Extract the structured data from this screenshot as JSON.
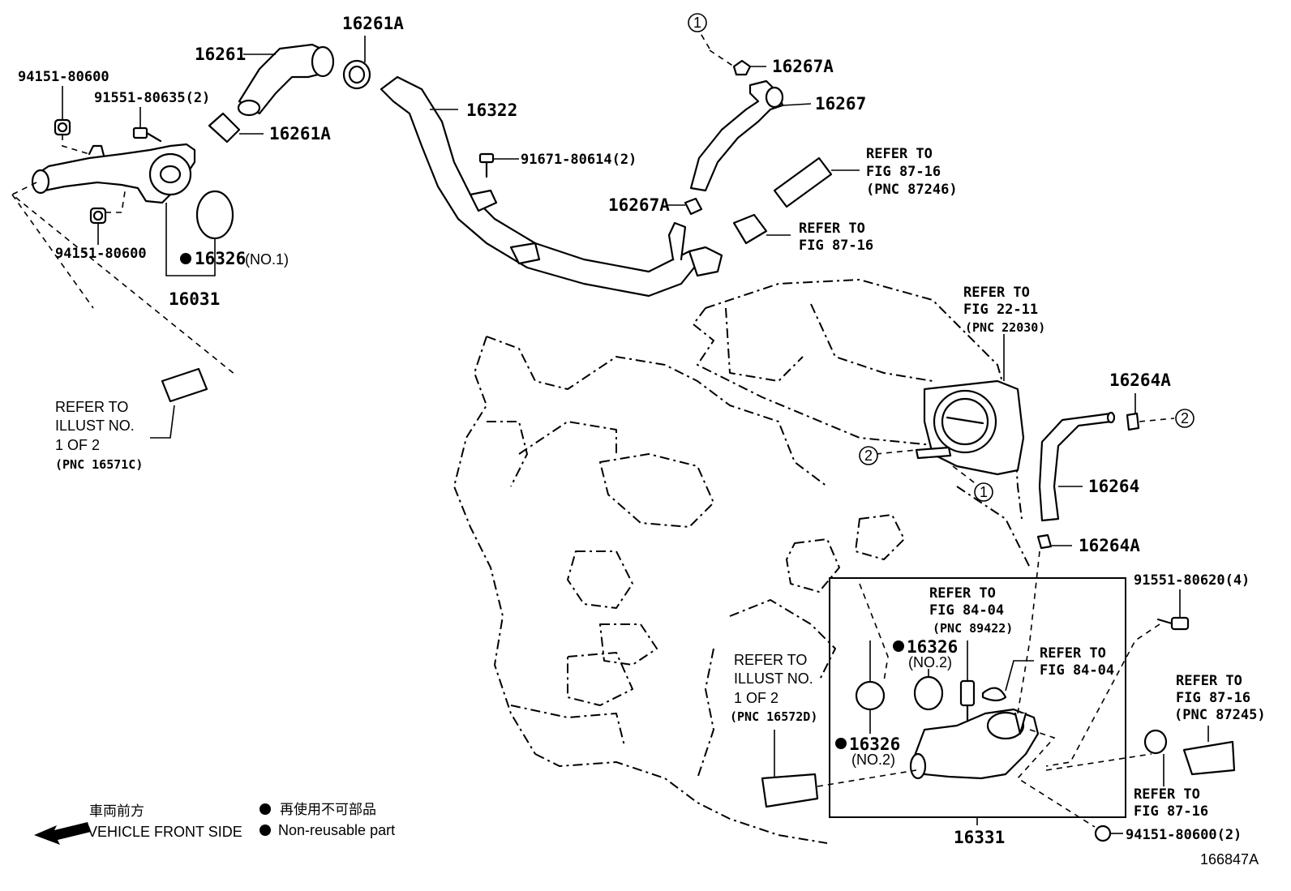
{
  "diagram_id": "166847A",
  "legend": {
    "vehicle_front_jp": "車両前方",
    "vehicle_front_en": "VEHICLE FRONT SIDE",
    "nonreusable_jp": "再使用不可部品",
    "nonreusable_en": "Non-reusable part"
  },
  "callouts": {
    "c1": "1",
    "c2": "2"
  },
  "parts": {
    "p94151_top": "94151-80600",
    "p91551_635": "91551-80635(2)",
    "p94151_mid": "94151-80600",
    "p16261": "16261",
    "p16261A_top": "16261A",
    "p16261A_mid": "16261A",
    "p16322": "16322",
    "p91671": "91671-80614(2)",
    "p16267A_top": "16267A",
    "p16267": "16267",
    "p16267A_mid": "16267A",
    "p16326_no1": "16326",
    "p16326_no1_suffix": "(NO.1)",
    "p16031": "16031",
    "p16264A_top": "16264A",
    "p16264": "16264",
    "p16264A_bot": "16264A",
    "p91551_620": "91551-80620(4)",
    "p16326_no2a": "16326",
    "p16326_no2a_suffix": "(NO.2)",
    "p16326_no2b": "16326",
    "p16326_no2b_suffix": "(NO.2)",
    "p16331": "16331",
    "p94151_bot": "94151-80600(2)"
  },
  "refs": {
    "r87_16_87246": [
      "REFER TO",
      "FIG 87-16",
      "(PNC 87246)"
    ],
    "r87_16_a": [
      "REFER TO",
      "FIG 87-16"
    ],
    "r22_11": [
      "REFER TO",
      "FIG 22-11",
      "(PNC 22030)"
    ],
    "r_illust_16571c": [
      "REFER TO",
      "ILLUST NO.",
      "1 OF 2",
      "(PNC 16571C)"
    ],
    "r84_04_89422": [
      "REFER TO",
      "FIG 84-04",
      "(PNC 89422)"
    ],
    "r84_04": [
      "REFER TO",
      "FIG 84-04"
    ],
    "r87_16_87245": [
      "REFER TO",
      "FIG 87-16",
      "(PNC 87245)"
    ],
    "r_illust_16572d": [
      "REFER TO",
      "ILLUST NO.",
      "1 OF 2",
      "(PNC 16572D)"
    ],
    "r87_16_b": [
      "REFER TO",
      "FIG 87-16"
    ]
  }
}
